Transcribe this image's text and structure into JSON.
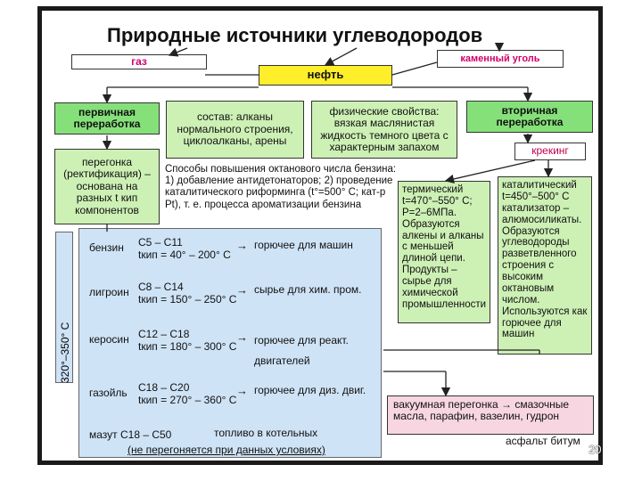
{
  "title": "Природные источники углеводородов",
  "gas": "газ",
  "coal": "каменный уголь",
  "oil": "нефть",
  "primary": "первичная переработка",
  "composition": "состав: алканы нормального строения, циклоалканы, арены",
  "physical": "физические свойства: вязкая маслянистая жидкость темного цвета с характерным запахом",
  "secondary": "вторичная переработка",
  "distillation": "перегонка (ректификация) – основана на разных t кип компонентов",
  "octane": "Способы повышения октанового числа бензина: 1) добавление антидетонаторов; 2) проведение каталитического риформинга (t°=500° C; кат-р Pt), т. е. процесса ароматизации бензина",
  "cracking": "крекинг",
  "thermal": "термический t=470°–550° С; Р=2–6МПа. Образуются алкены и алканы с меньшей длиной цепи. Продукты – сырье для химической промышленности",
  "catalytic": "каталитический t=450°–500° С катализатор – алюмосиликаты. Образуются углеводороды разветвленного строения с высоким октановым числом. Используются как горючее для машин",
  "temp_range": "320°–350° С",
  "fractions": [
    {
      "name": "бензин",
      "formula": "C5 – C11",
      "temp": "tкип = 40° – 200° С",
      "use": "горючее для машин"
    },
    {
      "name": "лигроин",
      "formula": "C8 – C14",
      "temp": "tкип = 150° – 250° С",
      "use": "сырье для хим. пром."
    },
    {
      "name": "керосин",
      "formula": "C12 – C18",
      "temp": "tкип = 180° – 300° С",
      "use": "горючее для реакт. двигателей"
    },
    {
      "name": "газойль",
      "formula": "C18 – C20",
      "temp": "tкип = 270° – 360° С",
      "use": "горючее для диз. двиг."
    }
  ],
  "mazut": "мазут C18 – C50",
  "mazut_use": "топливо в котельных",
  "mazut_note": "(не перегоняется при данных условиях)",
  "vacuum": "вакуумная перегонка → смазочные масла, парафин, вазелин, гудрон",
  "asphalt": "асфальт битум",
  "page_number": "20",
  "colors": {
    "yellow": "#ffee2a",
    "green": "#86e07a",
    "lightgreen": "#cdf0b5",
    "blue": "#cfe3f6",
    "pink": "#f7d6e2"
  }
}
